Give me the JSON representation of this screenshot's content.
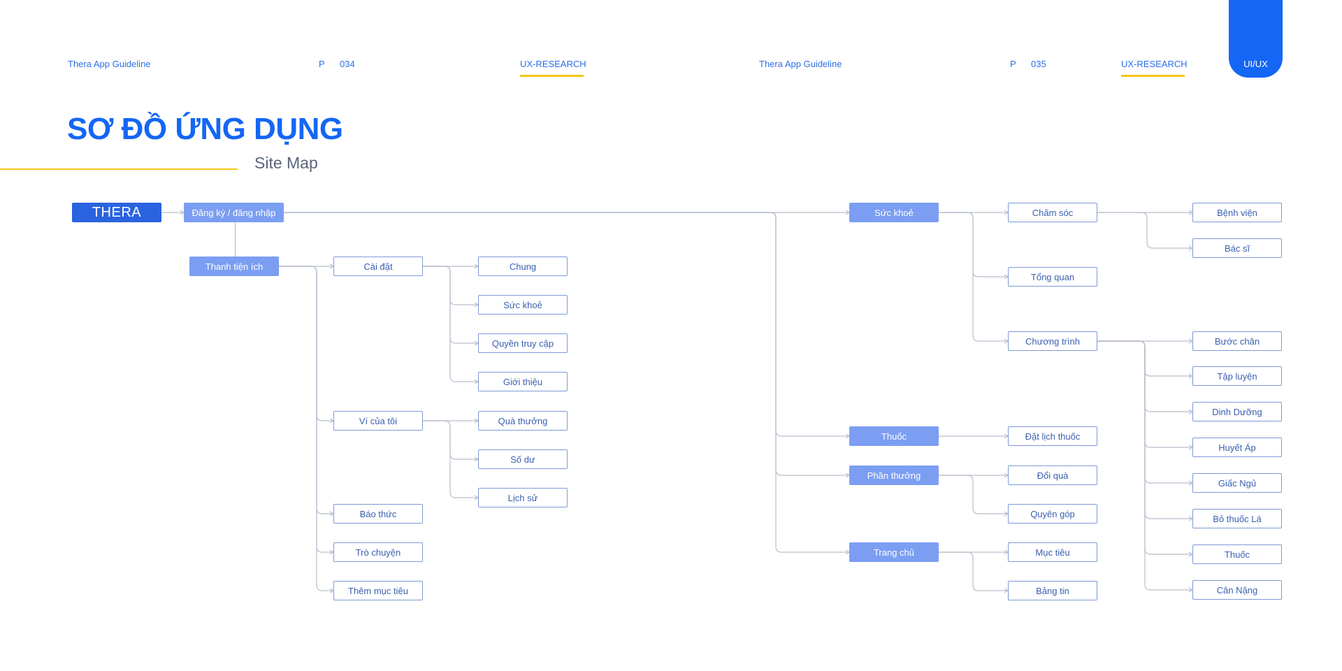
{
  "header": {
    "left_page": {
      "guideline": "Thera App Guideline",
      "page_prefix": "P",
      "page_number": "034",
      "section": "UX-RESEARCH"
    },
    "right_page": {
      "guideline": "Thera App Guideline",
      "page_prefix": "P",
      "page_number": "035",
      "section": "UX-RESEARCH"
    },
    "tab": "UI/UX"
  },
  "title": "SƠ ĐỒ ỨNG DỤNG",
  "subtitle": "Site Map",
  "colors": {
    "accent": "#1466f5",
    "highlight": "#f5c518",
    "node_filled": "#7b9ef2",
    "node_brand": "#2a63e0",
    "node_outline": "#7e9ad8",
    "line": "#b7bfcc"
  },
  "sitemap": {
    "nodes": [
      {
        "id": "thera",
        "label": "THERA",
        "style": "brand"
      },
      {
        "id": "dangky",
        "label": "Đăng ký / đăng nhập",
        "style": "filled"
      },
      {
        "id": "thanhtienich",
        "label": "Thanh tiện ích",
        "style": "filled"
      },
      {
        "id": "caidat",
        "label": "Cài đặt",
        "style": "outline"
      },
      {
        "id": "chung",
        "label": "Chung",
        "style": "outline"
      },
      {
        "id": "suckhoe_setting",
        "label": "Sức khoẻ",
        "style": "outline"
      },
      {
        "id": "quyentruycap",
        "label": "Quyền truy cập",
        "style": "outline"
      },
      {
        "id": "gioithieu",
        "label": "Giới thiệu",
        "style": "outline"
      },
      {
        "id": "vicuatoi",
        "label": "Ví của tôi",
        "style": "outline"
      },
      {
        "id": "quathuong",
        "label": "Quà thưởng",
        "style": "outline"
      },
      {
        "id": "sodu",
        "label": "Số dư",
        "style": "outline"
      },
      {
        "id": "lichsu",
        "label": "Lịch sử",
        "style": "outline"
      },
      {
        "id": "baothuc",
        "label": "Báo thức",
        "style": "outline"
      },
      {
        "id": "trochuyen",
        "label": "Trò chuyện",
        "style": "outline"
      },
      {
        "id": "themmuctieu",
        "label": "Thêm mục tiêu",
        "style": "outline"
      },
      {
        "id": "suckhoe",
        "label": "Sức khoẻ",
        "style": "filled"
      },
      {
        "id": "thuoc",
        "label": "Thuốc",
        "style": "filled"
      },
      {
        "id": "phanthuong",
        "label": "Phần thưởng",
        "style": "filled"
      },
      {
        "id": "trangchu",
        "label": "Trang chủ",
        "style": "filled"
      },
      {
        "id": "chamsoc",
        "label": "Chăm sóc",
        "style": "outline"
      },
      {
        "id": "tongquan",
        "label": "Tổng quan",
        "style": "outline"
      },
      {
        "id": "chuongtrinh",
        "label": "Chương trình",
        "style": "outline"
      },
      {
        "id": "datlichthuoc",
        "label": "Đặt lịch thuốc",
        "style": "outline"
      },
      {
        "id": "doiqua",
        "label": "Đổi quà",
        "style": "outline"
      },
      {
        "id": "quyengop",
        "label": "Quyên góp",
        "style": "outline"
      },
      {
        "id": "muctieu",
        "label": "Mục tiêu",
        "style": "outline"
      },
      {
        "id": "bangtin",
        "label": "Bảng tin",
        "style": "outline"
      },
      {
        "id": "benhvien",
        "label": "Bệnh viện",
        "style": "outline"
      },
      {
        "id": "bacsi",
        "label": "Bác sĩ",
        "style": "outline"
      },
      {
        "id": "buocchan",
        "label": "Bước chân",
        "style": "outline"
      },
      {
        "id": "tapluyen",
        "label": "Tập luyện",
        "style": "outline"
      },
      {
        "id": "dinhduong",
        "label": "Dinh Dưỡng",
        "style": "outline"
      },
      {
        "id": "huyetap",
        "label": "Huyết Áp",
        "style": "outline"
      },
      {
        "id": "giacngu",
        "label": "Giấc Ngủ",
        "style": "outline"
      },
      {
        "id": "bothuocla",
        "label": "Bỏ thuốc Lá",
        "style": "outline"
      },
      {
        "id": "thuoc_program",
        "label": "Thuốc",
        "style": "outline"
      },
      {
        "id": "cannang",
        "label": "Cân Nặng",
        "style": "outline"
      }
    ],
    "edges": [
      [
        "thera",
        "dangky"
      ],
      [
        "dangky",
        "thanhtienich"
      ],
      [
        "dangky",
        "suckhoe"
      ],
      [
        "dangky",
        "thuoc"
      ],
      [
        "dangky",
        "phanthuong"
      ],
      [
        "dangky",
        "trangchu"
      ],
      [
        "thanhtienich",
        "caidat"
      ],
      [
        "thanhtienich",
        "vicuatoi"
      ],
      [
        "thanhtienich",
        "baothuc"
      ],
      [
        "thanhtienich",
        "trochuyen"
      ],
      [
        "thanhtienich",
        "themmuctieu"
      ],
      [
        "caidat",
        "chung"
      ],
      [
        "caidat",
        "suckhoe_setting"
      ],
      [
        "caidat",
        "quyentruycap"
      ],
      [
        "caidat",
        "gioithieu"
      ],
      [
        "vicuatoi",
        "quathuong"
      ],
      [
        "vicuatoi",
        "sodu"
      ],
      [
        "vicuatoi",
        "lichsu"
      ],
      [
        "suckhoe",
        "chamsoc"
      ],
      [
        "suckhoe",
        "tongquan"
      ],
      [
        "suckhoe",
        "chuongtrinh"
      ],
      [
        "thuoc",
        "datlichthuoc"
      ],
      [
        "phanthuong",
        "doiqua"
      ],
      [
        "phanthuong",
        "quyengop"
      ],
      [
        "trangchu",
        "muctieu"
      ],
      [
        "trangchu",
        "bangtin"
      ],
      [
        "chamsoc",
        "benhvien"
      ],
      [
        "chamsoc",
        "bacsi"
      ],
      [
        "chuongtrinh",
        "buocchan"
      ],
      [
        "chuongtrinh",
        "tapluyen"
      ],
      [
        "chuongtrinh",
        "dinhduong"
      ],
      [
        "chuongtrinh",
        "huyetap"
      ],
      [
        "chuongtrinh",
        "giacngu"
      ],
      [
        "chuongtrinh",
        "bothuocla"
      ],
      [
        "chuongtrinh",
        "thuoc_program"
      ],
      [
        "chuongtrinh",
        "cannang"
      ]
    ]
  }
}
